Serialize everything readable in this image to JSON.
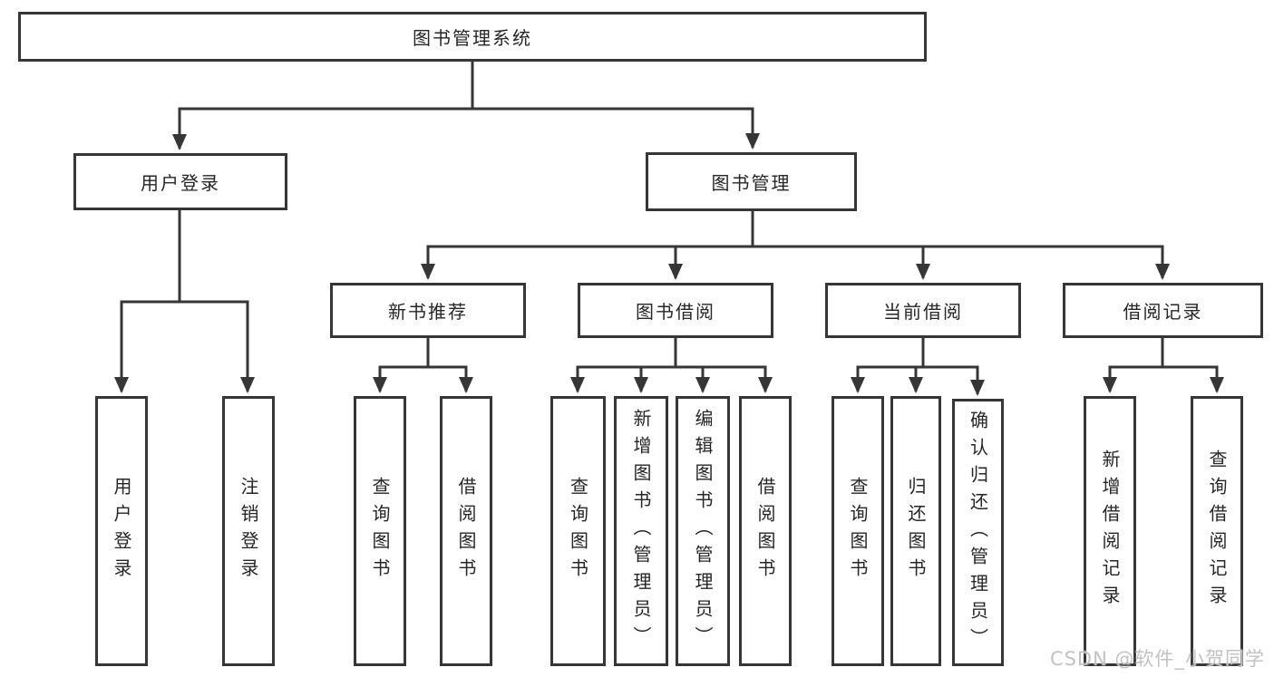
{
  "nodes": {
    "root": "图书管理系统",
    "user_login": "用户登录",
    "book_management": "图书管理",
    "new_book_recommendation": "新书推荐",
    "book_borrowing": "图书借阅",
    "current_borrowing": "当前借阅",
    "borrowing_records": "借阅记录",
    "leaf_user_login": "用户登录",
    "leaf_logout": "注销登录",
    "leaf_recommend_query_books": "查询图书",
    "leaf_recommend_borrow_books": "借阅图书",
    "leaf_borrow_query_books": "查询图书",
    "leaf_borrow_add_books": "新增图书（管理员）",
    "leaf_borrow_edit_books": "编辑图书（管理员）",
    "leaf_borrow_borrow_books": "借阅图书",
    "leaf_current_query_books": "查询图书",
    "leaf_current_return_books": "归还图书",
    "leaf_current_confirm_return": "确认归还（管理员）",
    "leaf_records_add": "新增借阅记录",
    "leaf_records_query": "查询借阅记录"
  },
  "watermark": "CSDN @软件_小贺同学",
  "colors": {
    "line": "#363636",
    "text": "#262626",
    "watermark": "#c2c2c2",
    "background": "#ffffff"
  }
}
